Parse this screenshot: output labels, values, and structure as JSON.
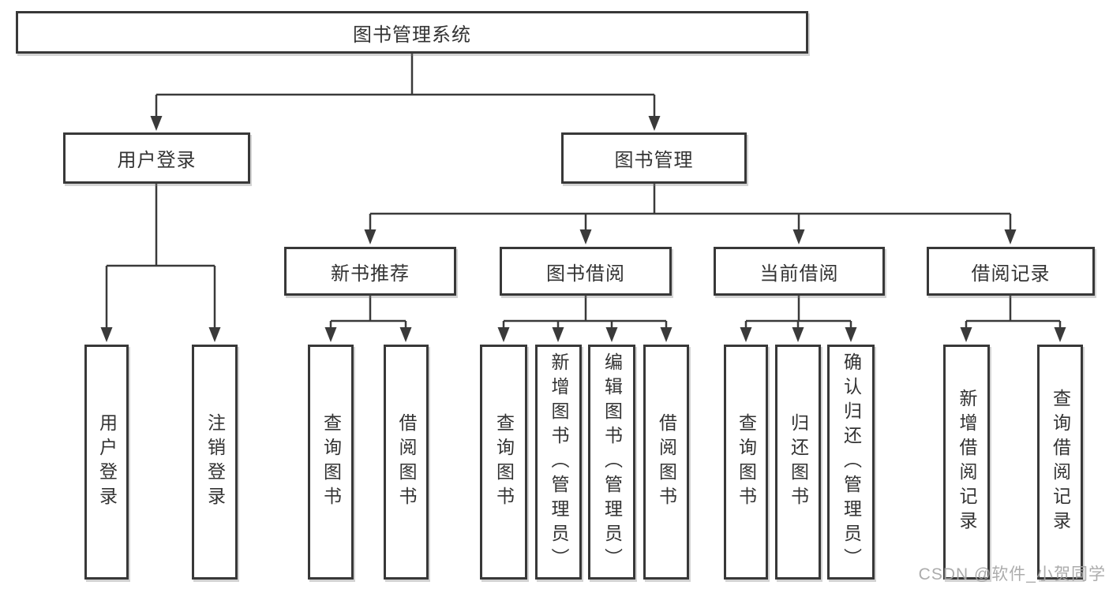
{
  "tree": {
    "root": {
      "label": "图书管理系统",
      "children": [
        {
          "label": "用户登录",
          "children": [
            {
              "label": "用户登录"
            },
            {
              "label": "注销登录"
            }
          ]
        },
        {
          "label": "图书管理",
          "children": [
            {
              "label": "新书推荐",
              "children": [
                {
                  "label": "查询图书"
                },
                {
                  "label": "借阅图书"
                }
              ]
            },
            {
              "label": "图书借阅",
              "children": [
                {
                  "label": "查询图书"
                },
                {
                  "label": "新增图书（管理员）"
                },
                {
                  "label": "编辑图书（管理员）"
                },
                {
                  "label": "借阅图书"
                }
              ]
            },
            {
              "label": "当前借阅",
              "children": [
                {
                  "label": "查询图书"
                },
                {
                  "label": "归还图书"
                },
                {
                  "label": "确认归还（管理员）"
                }
              ]
            },
            {
              "label": "借阅记录",
              "children": [
                {
                  "label": "新增借阅记录"
                },
                {
                  "label": "查询借阅记录"
                }
              ]
            }
          ]
        }
      ]
    }
  },
  "watermark": {
    "text": "CSDN @软件_小贺同学"
  },
  "colors": {
    "line": "#3a3a3a",
    "box_border": "#383838",
    "box_fill": "#ffffff",
    "text": "#333333",
    "watermark": "#a5a5a5",
    "background": "#ffffff"
  }
}
